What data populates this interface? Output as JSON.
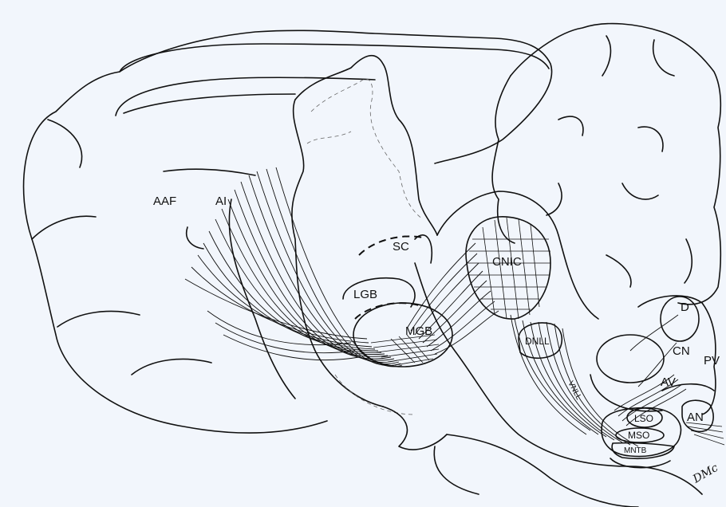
{
  "labels": {
    "aaf": "AAF",
    "ai": "AI",
    "sc": "SC",
    "lgb": "LGB",
    "mgb": "MGB",
    "cnic": "CNIC",
    "dnll": "DNLL",
    "vnll": "VNLL",
    "d": "D",
    "cn": "CN",
    "pv": "PV",
    "av": "AV",
    "an": "AN",
    "lso": "LSO",
    "mso": "MSO",
    "mntb": "MNTB"
  },
  "signature": "DMc"
}
